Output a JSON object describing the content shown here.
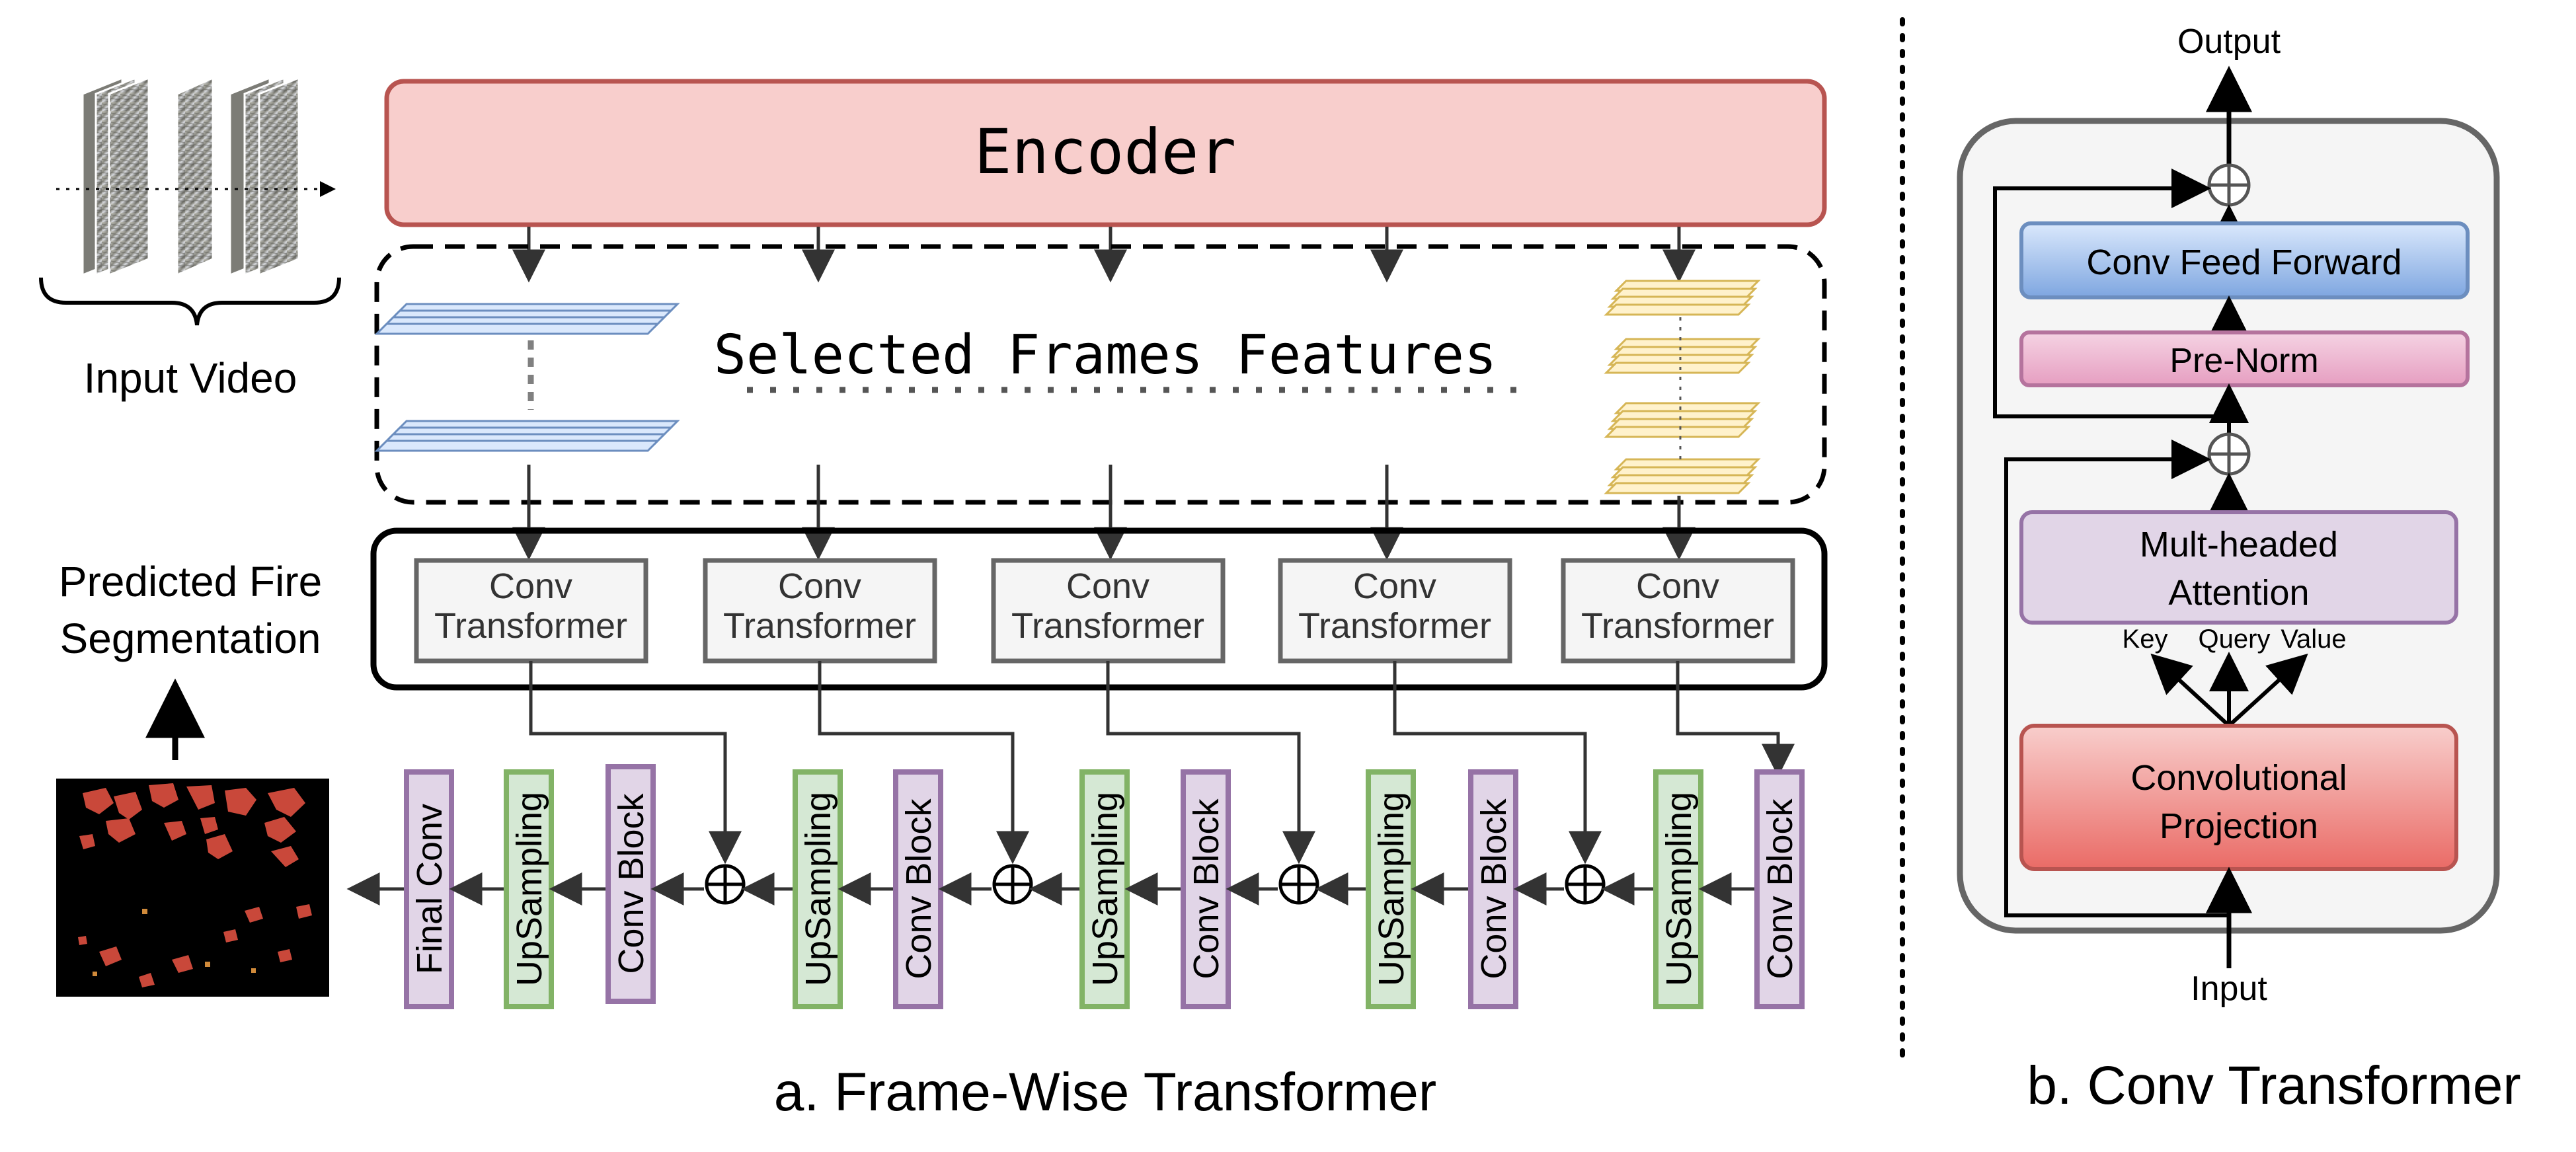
{
  "input": {
    "label": "Input Video"
  },
  "encoder": {
    "label": "Encoder"
  },
  "features": {
    "label": "Selected Frames Features"
  },
  "conv_transformers": [
    {
      "line1": "Conv",
      "line2": "Transformer"
    },
    {
      "line1": "Conv",
      "line2": "Transformer"
    },
    {
      "line1": "Conv",
      "line2": "Transformer"
    },
    {
      "line1": "Conv",
      "line2": "Transformer"
    },
    {
      "line1": "Conv",
      "line2": "Transformer"
    }
  ],
  "decoder": {
    "final_conv": "Final Conv",
    "upsampling": "UpSampling",
    "conv_block": "Conv Block"
  },
  "prediction": {
    "line1": "Predicted Fire",
    "line2": "Segmentation"
  },
  "captions": {
    "a": "a. Frame-Wise Transformer",
    "b": "b. Conv Transformer"
  },
  "panel_b": {
    "output": "Output",
    "input": "Input",
    "feed_forward": "Conv Feed Forward",
    "pre_norm": "Pre-Norm",
    "attention_line1": "Mult-headed",
    "attention_line2": "Attention",
    "key": "Key",
    "query": "Query",
    "value": "Value",
    "projection_line1": "Convolutional",
    "projection_line2": "Projection"
  },
  "colors": {
    "encoder_fill": "#f8cecc",
    "encoder_stroke": "#b85450",
    "blue_fill": "#dae8fc",
    "blue_stroke": "#6c8ebf",
    "yellow_fill": "#fff2cc",
    "yellow_stroke": "#d6b656",
    "purple_fill": "#e1d5e7",
    "purple_stroke": "#9673a6",
    "green_fill": "#d5e8d4",
    "green_stroke": "#82b366",
    "pink_fill": "#f2c4d8",
    "pink_stroke": "#b5739d",
    "gray_fill": "#f5f5f5",
    "gray_stroke": "#666666",
    "fire": "#c9483a"
  }
}
